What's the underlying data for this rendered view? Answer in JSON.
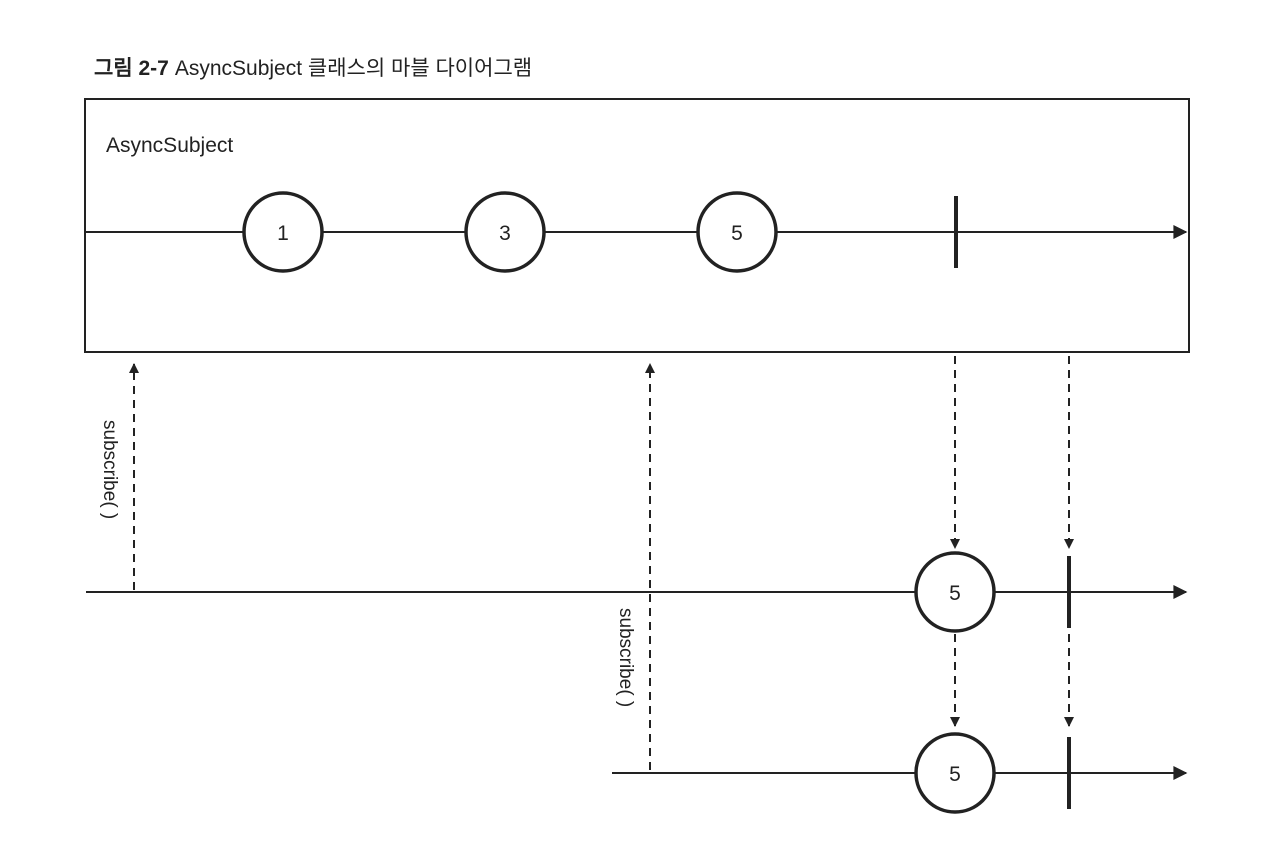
{
  "caption": {
    "label": "그림 2-7",
    "text": "AsyncSubject 클래스의 마블 다이어그램"
  },
  "subject": {
    "title": "AsyncSubject",
    "marbles": [
      "1",
      "3",
      "5"
    ]
  },
  "subscribe_label": "subscribe( )",
  "observers": [
    {
      "marble": "5"
    },
    {
      "marble": "5"
    }
  ],
  "colors": {
    "ink": "#222222",
    "background": "#ffffff"
  }
}
